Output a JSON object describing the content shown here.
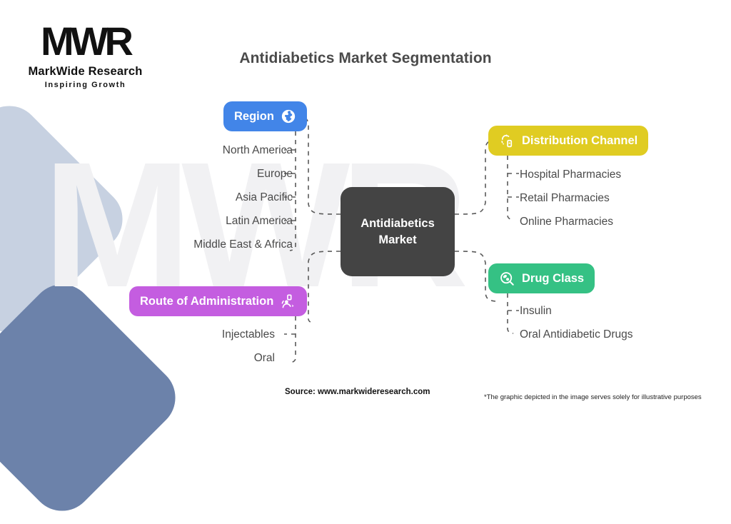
{
  "brand": {
    "logo_mark": "MWR",
    "name": "MarkWide Research",
    "tagline": "Inspiring Growth",
    "watermark": "MWR"
  },
  "header": {
    "title": "Antidiabetics Market Segmentation"
  },
  "diagram": {
    "center": {
      "label": "Antidiabetics Market",
      "line1": "Antidiabetics",
      "line2": "Market",
      "color": "#444444"
    },
    "branches": [
      {
        "id": "region",
        "label": "Region",
        "color": "#4285e8",
        "icon": "globe-icon",
        "side": "left",
        "items": [
          "North America",
          "Europe",
          "Asia Pacific",
          "Latin America",
          "Middle East & Africa"
        ]
      },
      {
        "id": "distribution-channel",
        "label": "Distribution Channel",
        "color": "#e0cc22",
        "icon": "distribution-icon",
        "side": "right",
        "items": [
          "Hospital Pharmacies",
          "Retail Pharmacies",
          "Online Pharmacies"
        ]
      },
      {
        "id": "drug-class",
        "label": "Drug Class",
        "color": "#35c184",
        "icon": "pill-search-icon",
        "side": "right",
        "items": [
          "Insulin",
          "Oral Antidiabetic Drugs"
        ]
      },
      {
        "id": "route-of-administration",
        "label": "Route of Administration",
        "color": "#c45de0",
        "icon": "patient-edit-icon",
        "side": "left",
        "items": [
          "Injectables",
          "Oral"
        ]
      }
    ]
  },
  "footer": {
    "source": "Source: www.markwideresearch.com",
    "disclaimer": "*The graphic depicted in the image serves solely for illustrative purposes"
  },
  "decor": {
    "square_light_color": "#c7d1e1",
    "square_dark_color": "#6c82aa",
    "connector_color": "#5a5a5a"
  }
}
